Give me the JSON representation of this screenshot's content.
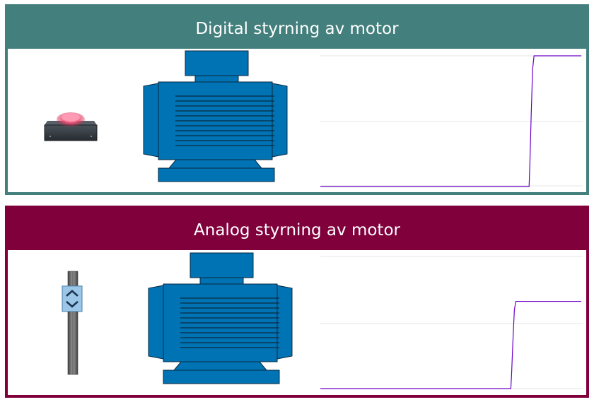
{
  "panels": [
    {
      "id": "digital",
      "title": "Digital styrning av motor",
      "control": {
        "type": "push-button",
        "icon": "red-light-button-icon",
        "state": "on"
      },
      "motor": {
        "icon": "electric-motor-icon",
        "color": "#0073b4"
      },
      "trend": {
        "line_color": "#6a00c8",
        "level_before": 0,
        "level_after": 1,
        "step_at_fraction": 0.8
      }
    },
    {
      "id": "analog",
      "title": "Analog styrning av motor",
      "control": {
        "type": "slider",
        "icon": "slider-handle-icon",
        "level": 0.81
      },
      "motor": {
        "icon": "electric-motor-icon",
        "color": "#0073b4"
      },
      "trend": {
        "line_color": "#6a00c8",
        "level_before": 0,
        "level_after": 0.66,
        "step_at_fraction": 0.73
      }
    }
  ]
}
